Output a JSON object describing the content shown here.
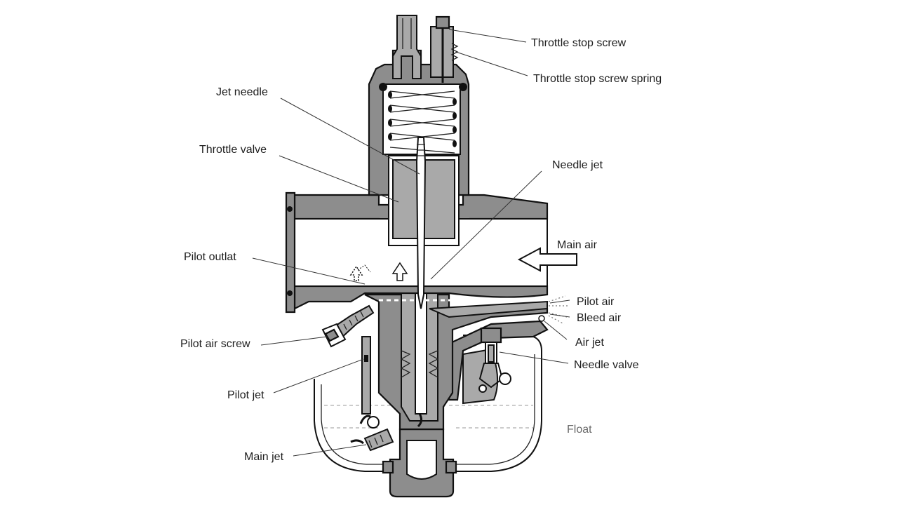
{
  "labels": {
    "throttle_stop_screw": "Throttle stop screw",
    "throttle_stop_screw_spring": "Throttle stop screw spring",
    "jet_needle": "Jet needle",
    "throttle_valve": "Throttle valve",
    "needle_jet": "Needle jet",
    "main_air": "Main air",
    "pilot_outlet": "Pilot outlat",
    "pilot_air": "Pilot air",
    "bleed_air": "Bleed air",
    "air_jet": "Air jet",
    "pilot_air_screw": "Pilot air screw",
    "needle_valve": "Needle valve",
    "pilot_jet": "Pilot jet",
    "float": "Float",
    "main_jet": "Main jet"
  },
  "colors": {
    "metal": "#8d8d8d",
    "metal_light": "#a9a9a9",
    "ink": "#111111",
    "label": "#1e1e1e"
  }
}
